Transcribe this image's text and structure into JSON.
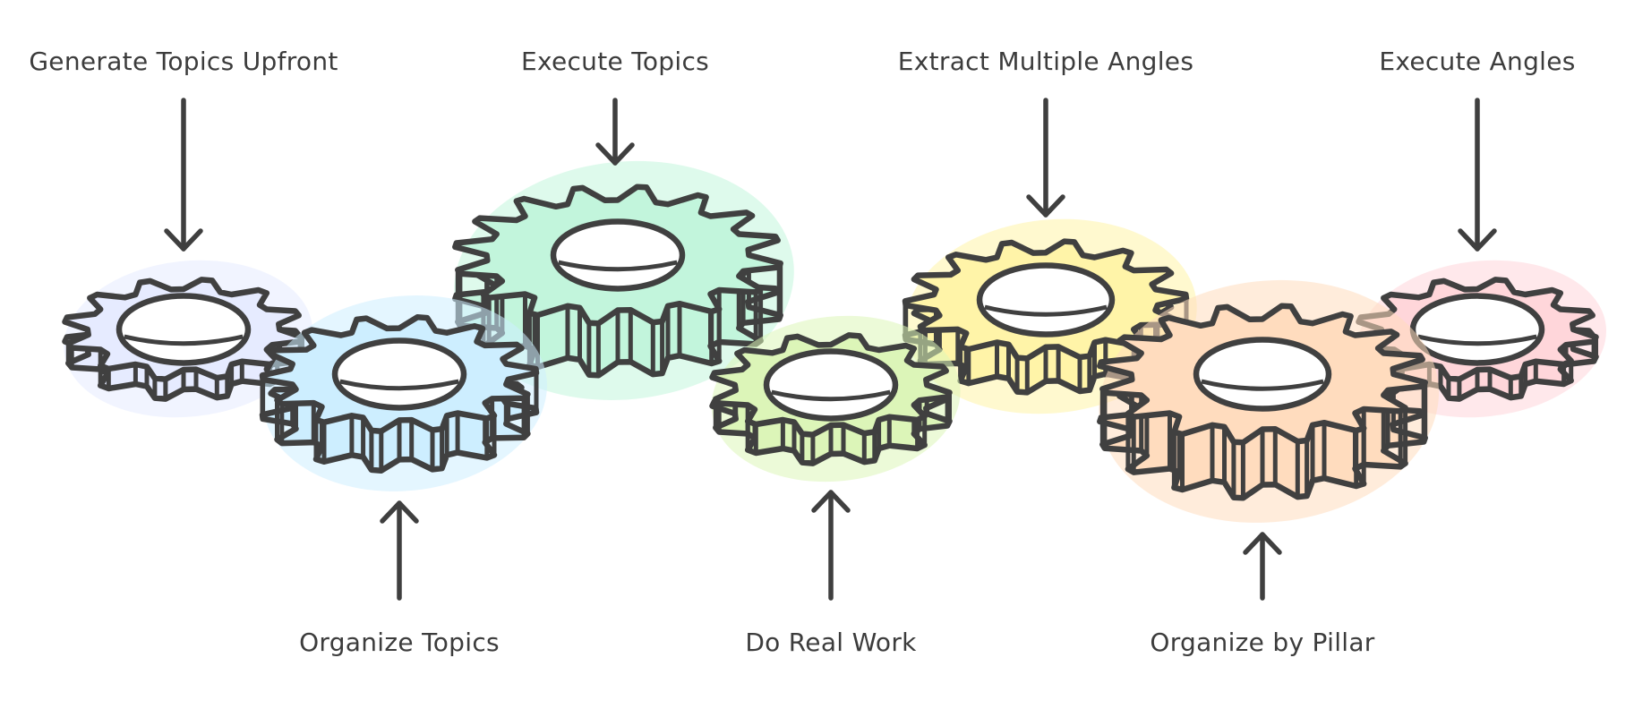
{
  "steps": {
    "generate_topics": "Generate Topics Upfront",
    "execute_topics": "Execute Topics",
    "extract_angles": "Extract Multiple Angles",
    "execute_angles": "Execute Angles",
    "organize_topics": "Organize Topics",
    "do_real_work": "Do Real Work",
    "organize_by_pillar": "Organize by Pillar"
  },
  "gear_colors": {
    "lavender": "#e6ebff",
    "sky": "#cdeeff",
    "mint": "#c2f5dc",
    "lime": "#dcf5b8",
    "yellow": "#fff4a8",
    "peach": "#ffdcbe",
    "pink": "#ffd6da"
  },
  "ink_color": "#404040"
}
